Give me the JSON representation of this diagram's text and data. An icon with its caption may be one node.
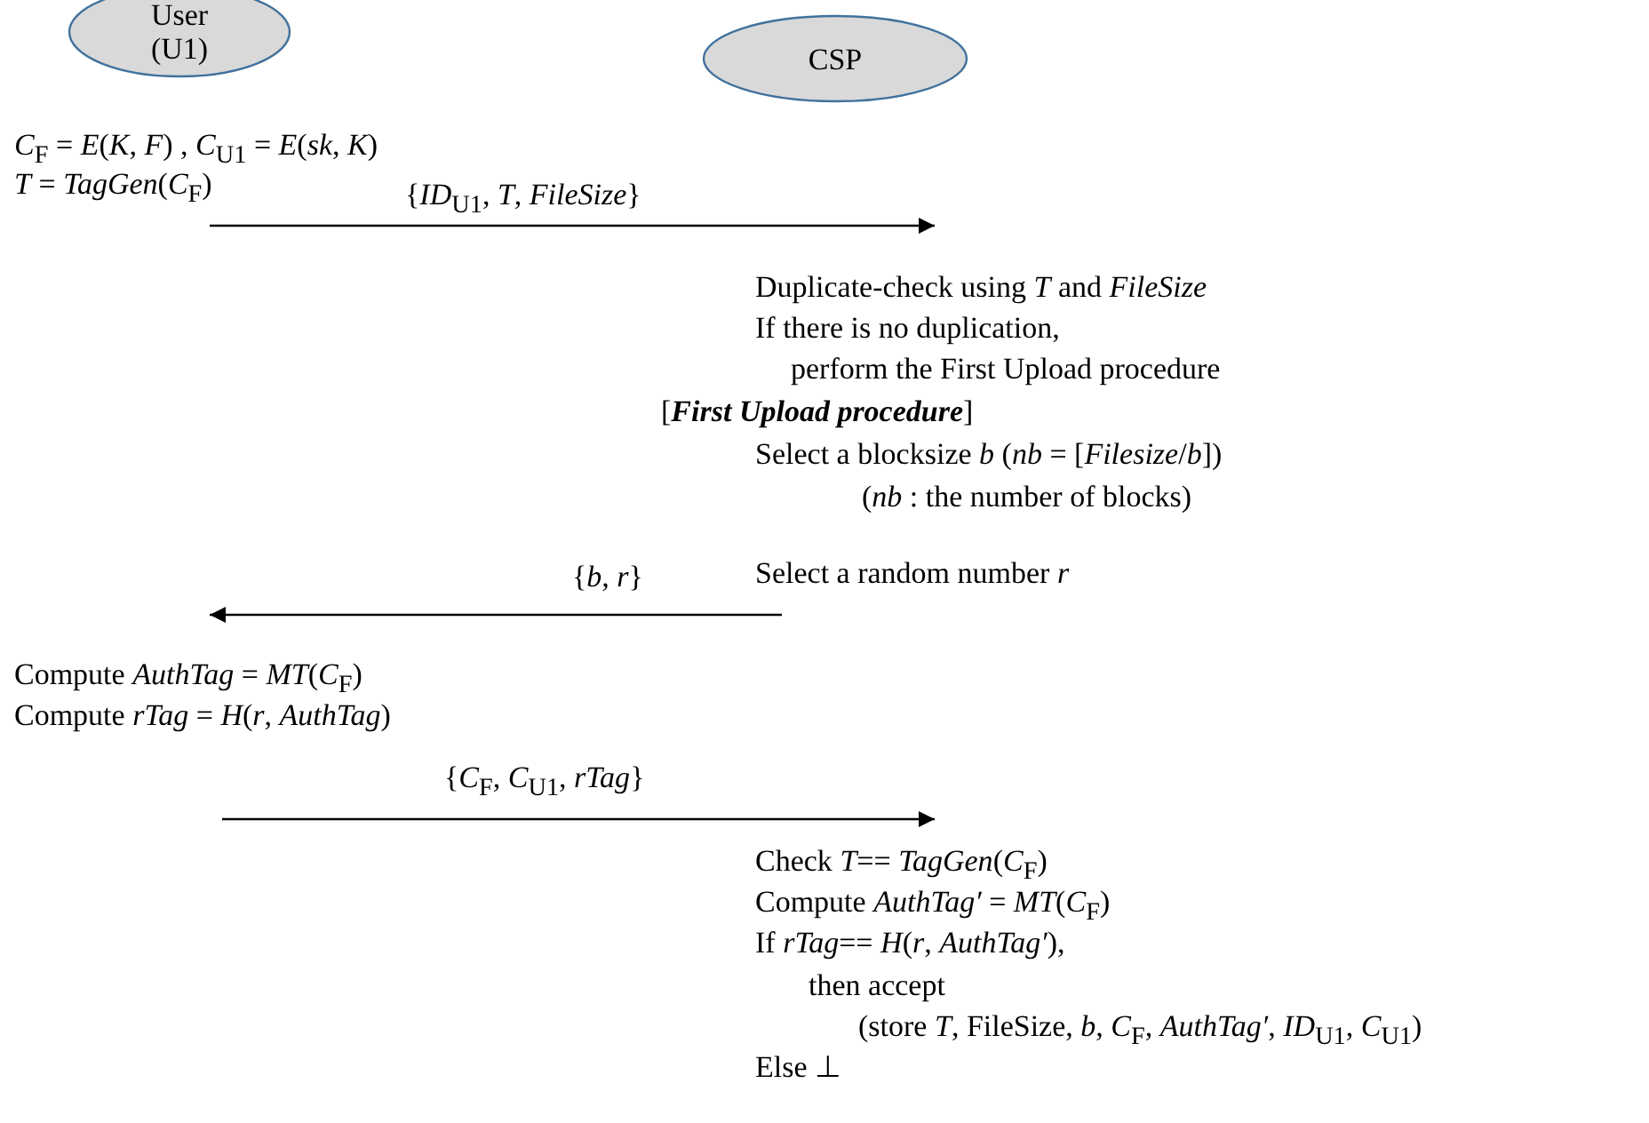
{
  "diagram": {
    "nodes": [
      {
        "text": [
          "User (U1)"
        ]
      },
      {
        "text": [
          "CSP"
        ]
      },
      {
        "text": [
          "*C*$_{F}$ = *E*(*K*, *F*) , *C*$_{U1}$ = *E*(*sk*, *K*)",
          "*T* = *TagGen*(*C*$_{F}$)"
        ]
      },
      {
        "text": [
          "Duplicate-check using *T* and *FileSize*",
          "If there is no duplication,",
          "perform the First Upload procedure",
          "[**First Upload procedure**]",
          "Select a blocksize *b* (*nb* = [*Filesize*/*b*])",
          "(*nb* : the number of blocks)",
          "Select a random number *r*"
        ]
      },
      {
        "text": [
          "Compute *AuthTag* = *MT*(*C*$_{F}$)",
          "Compute *rTag* = *H*(*r*, *AuthTag*)"
        ]
      },
      {
        "text": [
          "Check  *T*== *TagGen*(*C*$_{F}$)",
          "Compute *AuthTag′* = *MT*(*C*$_{F}$)",
          "If *rTag*== *H*(*r*, *AuthTag′*),",
          "then accept",
          "(store *T*, FileSize, *b*, *C*$_{F}$, *AuthTag′*, *ID*$_{U1}$, *C*$_{U1}$)",
          "Else ⊥"
        ]
      }
    ],
    "edges": [
      {
        "from": 2,
        "to": 3,
        "arrow": "to",
        "label": "{*ID*$_{U1}$, *T*, *FileSize*}"
      },
      {
        "from": 3,
        "to": 4,
        "arrow": "to",
        "label": "{*b*, *r*}"
      },
      {
        "from": 4,
        "to": 5,
        "arrow": "to",
        "label": "{*C*$_{F}$, *C*$_{U1}$, *rTag*}"
      }
    ]
  }
}
